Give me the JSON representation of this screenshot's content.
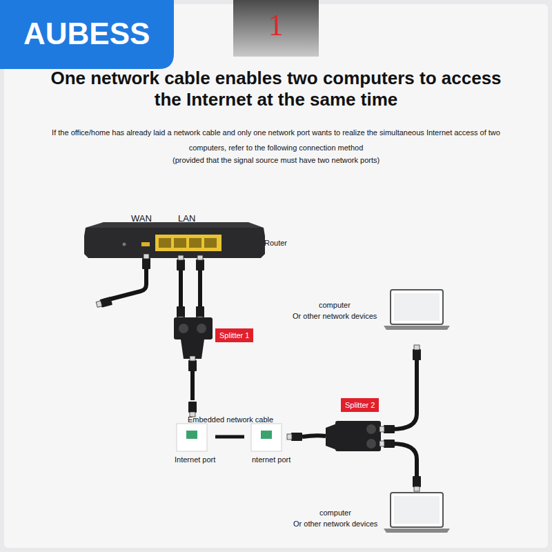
{
  "diagram": {
    "title": "One network cable enables two computers to access the Internet at the same time",
    "nodes": [
      {
        "text": [
          "AUBESS"
        ]
      },
      {
        "text": [
          "1"
        ]
      },
      {
        "text": [
          "Splitter 1"
        ]
      },
      {
        "text": [
          "Splitter 2"
        ]
      }
    ],
    "labels": [
      "If the office/home has already laid a network cable and only one network port wants to realize the simultaneous Internet access of two computers, refer to the following connection method",
      "(provided that the signal source must have two network ports)",
      "WAN",
      "LAN",
      "Router",
      "computer",
      "Or other network devices",
      "Embedded network cable",
      "Internet port",
      "nternet port",
      "computer",
      "Or other network devices"
    ]
  }
}
